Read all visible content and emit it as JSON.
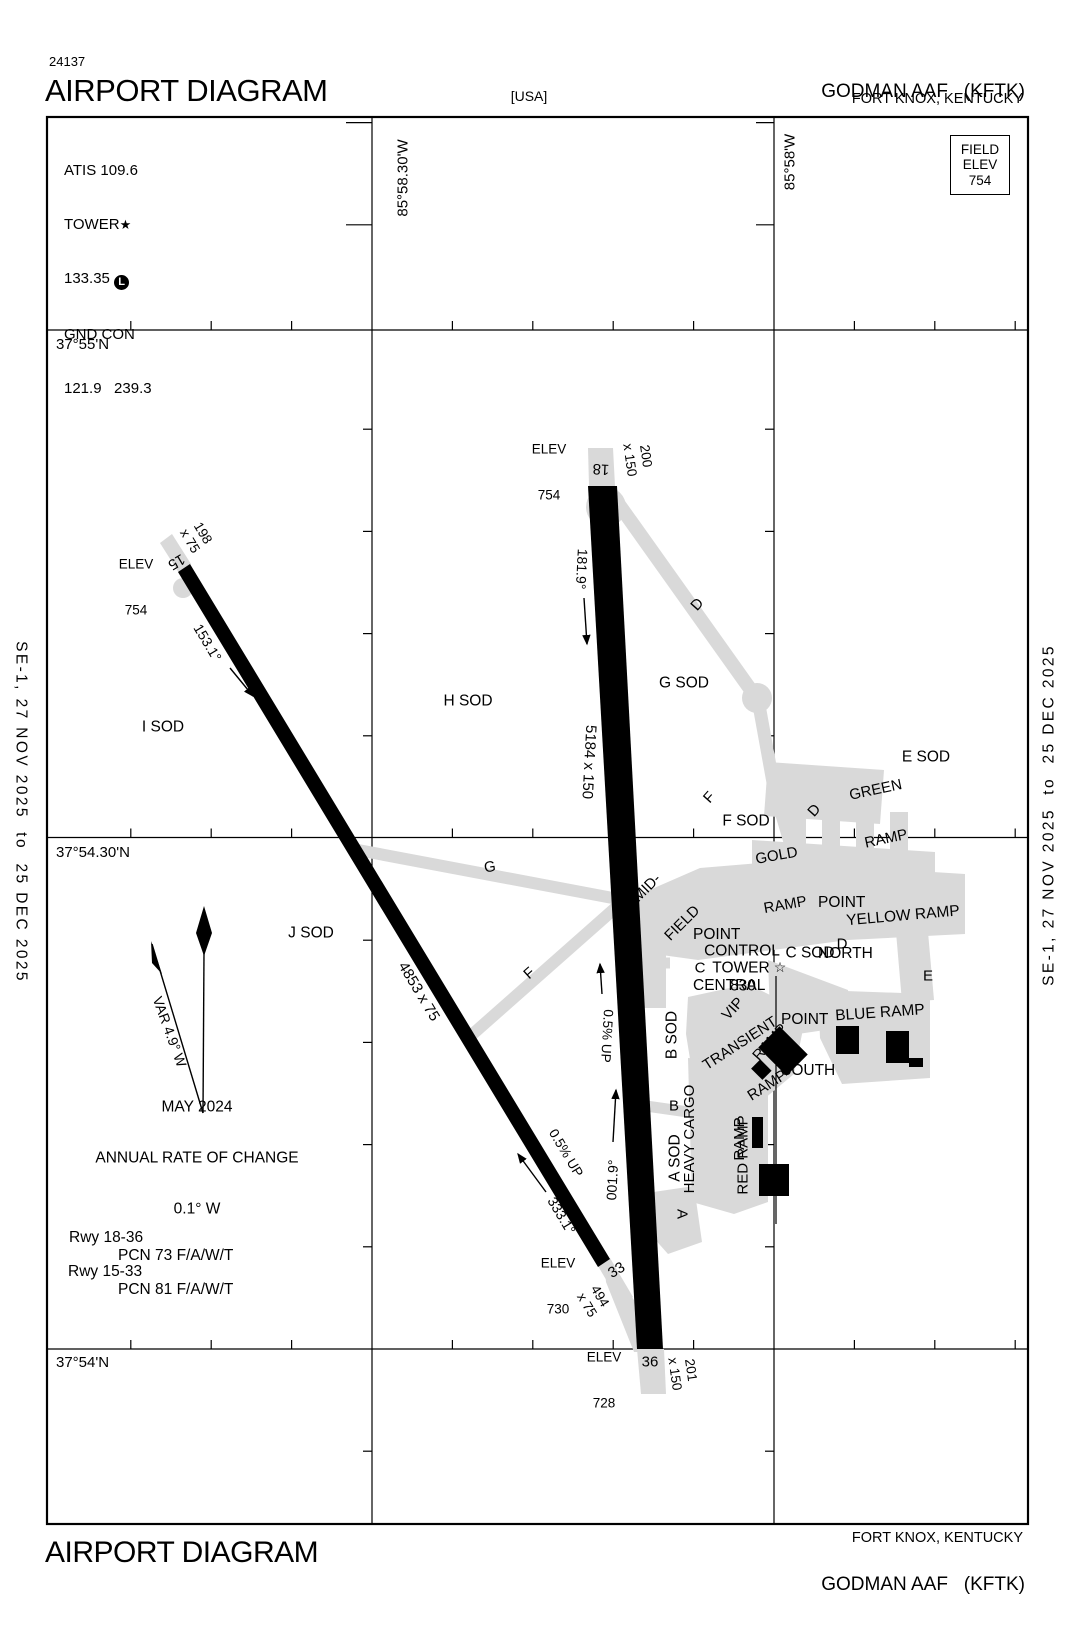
{
  "header": {
    "plate_number": "24137",
    "title": "AIRPORT DIAGRAM",
    "region": "[USA]",
    "airport_name": "GODMAN AAF",
    "airport_icao": "(KFTK)",
    "city": "FORT KNOX, KENTUCKY"
  },
  "footer": {
    "title": "AIRPORT DIAGRAM",
    "city": "FORT KNOX, KENTUCKY",
    "airport_name": "GODMAN AAF",
    "airport_icao": "(KFTK)"
  },
  "comm_box": {
    "atis": "ATIS 109.6",
    "tower_label": "TOWER",
    "tower_star": "★",
    "tower_freq": "133.35",
    "tower_class": "L",
    "gnd_label": "GND CON",
    "gnd_freqs": "121.9   239.3"
  },
  "field_elev_box": {
    "line1": "FIELD",
    "line2": "ELEV",
    "value": "754"
  },
  "grid": {
    "lat": [
      "37°55'N",
      "37°54.30'N",
      "37°54'N"
    ],
    "lon": [
      "85°58.30'W",
      "85°58'W"
    ]
  },
  "edge_note": "SE-1, 27 NOV 2025  to  25 DEC 2025",
  "runway_18_36": {
    "id_18": "18",
    "id_36": "36",
    "dimensions": "5184 x 150",
    "heading_18": "181.9°",
    "heading_36": "001.9°",
    "gradient": "0.5% UP",
    "displaced_18": [
      "200",
      "x 150"
    ],
    "displaced_36": [
      "201",
      "x 150"
    ],
    "elev_18": [
      "ELEV",
      "754"
    ],
    "elev_36": [
      "ELEV",
      "728"
    ]
  },
  "runway_15_33": {
    "id_15": "15",
    "id_33": "33",
    "dimensions": "4853 x 75",
    "heading_15": "153.1°",
    "heading_33": "333.1°",
    "gradient": "0.5% UP",
    "displaced_15": [
      "198",
      "x 75"
    ],
    "displaced_33": [
      "494",
      "x 75"
    ],
    "elev_15": [
      "ELEV",
      "754"
    ],
    "elev_33": [
      "ELEV",
      "730"
    ]
  },
  "sod_areas": {
    "a": "A SOD",
    "b": "B SOD",
    "c": "C SOD",
    "e": "E SOD",
    "f": "F SOD",
    "g": "G SOD",
    "h": "H SOD",
    "i": "I SOD",
    "j": "J SOD"
  },
  "taxiways": {
    "a": "A",
    "b": "B",
    "c": "C",
    "d": "D",
    "e": "E",
    "f": "F",
    "g": "G"
  },
  "ramps": {
    "green": [
      "GREEN",
      "RAMP"
    ],
    "gold": [
      "GOLD",
      "RAMP"
    ],
    "yellow": "YELLOW RAMP",
    "blue": "BLUE RAMP",
    "red": "RED RAMP",
    "vip": [
      "VIP",
      "RAMP"
    ],
    "transient": [
      "TRANSIENT",
      "RAMP"
    ],
    "heavy_cargo": [
      "HEAVY CARGO",
      "RAMP"
    ]
  },
  "points": {
    "north": [
      "POINT",
      "NORTH"
    ],
    "central": [
      "POINT",
      "CENTRAL"
    ],
    "south": [
      "POINT",
      "SOUTH"
    ],
    "midfield": [
      "MID-",
      "FIELD"
    ]
  },
  "control_tower": {
    "line1": "CONTROL",
    "line2": "TOWER",
    "star": "☆",
    "elevation": "830"
  },
  "variation": {
    "label": "VAR 4.9° W",
    "date": "MAY 2024",
    "rate_line1": "ANNUAL RATE OF CHANGE",
    "rate_line2": "0.1° W"
  },
  "pcn": {
    "rwy_18_36": "Rwy 18-36",
    "pcn_18_36": "PCN 73 F/A/W/T",
    "rwy_15_33": "Rwy 15-33",
    "pcn_15_33": "PCN 81 F/A/W/T"
  },
  "colors": {
    "taxiway_gray": "#d9d9d9",
    "ink": "#000000"
  }
}
